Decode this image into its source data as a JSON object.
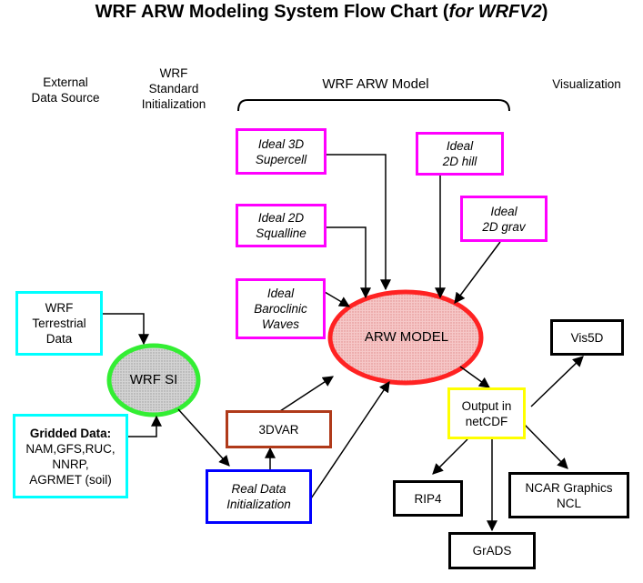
{
  "title": {
    "main": "WRF ARW Modeling System Flow Chart (",
    "italic": "for WRFV2",
    "close": ")"
  },
  "headers": {
    "external": "External\nData Source",
    "standard_init": "WRF\nStandard\nInitialization",
    "arw_model": "WRF ARW Model",
    "visualization": "Visualization"
  },
  "nodes": {
    "ideal_3d_supercell": "Ideal 3D\nSupercell",
    "ideal_2d_hill": "Ideal\n2D hill",
    "ideal_2d_squallline": "Ideal 2D\nSqualline",
    "ideal_2d_grav": "Ideal\n2D grav",
    "ideal_baroclinic": "Ideal\nBaroclinic\nWaves",
    "wrf_terrestrial": "WRF\nTerrestrial\nData",
    "wrf_si": "WRF SI",
    "arw_model": "ARW MODEL",
    "gridded_title": "Gridded Data:",
    "gridded_body": "NAM,GFS,RUC,\nNNRP,\nAGRMET (soil)",
    "threedvar": "3DVAR",
    "real_data_init": "Real Data\nInitialization",
    "output_netcdf": "Output in\nnetCDF",
    "vis5d": "Vis5D",
    "rip4": "RIP4",
    "ncar_graphics": "NCAR Graphics\nNCL",
    "grads": "GrADS"
  },
  "colors": {
    "ideal_box": "#ff00ff",
    "input_box": "#00ffff",
    "wrf_si_border": "#33ee33",
    "arw_model_border": "#ff2222",
    "threedvar_border": "#b03a1a",
    "real_data_border": "#0000ff",
    "output_border": "#ffff00",
    "vis_box": "#000000"
  }
}
